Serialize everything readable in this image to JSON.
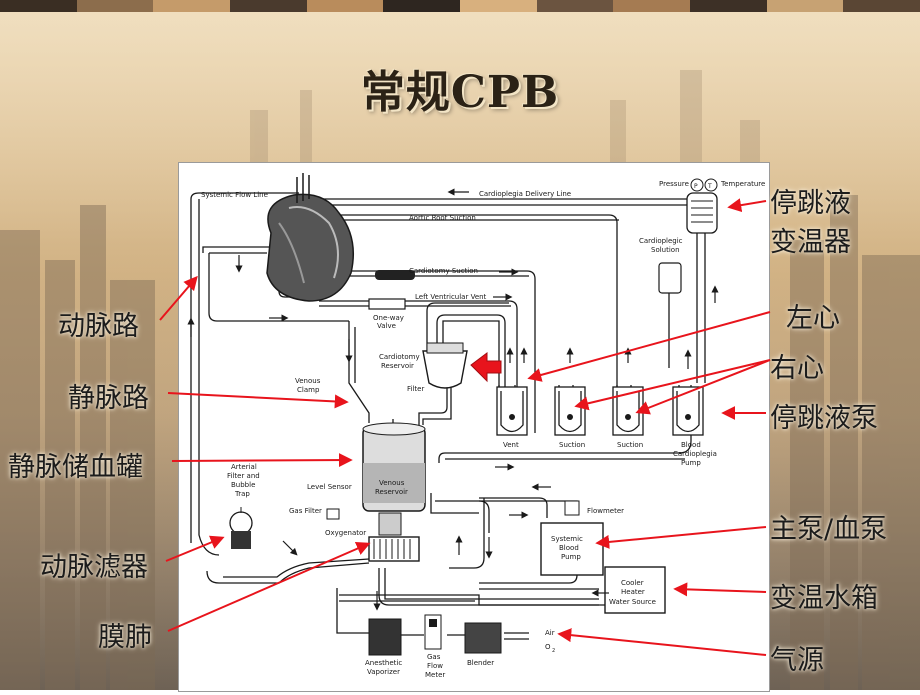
{
  "slide": {
    "title": "常规CPB"
  },
  "diagram": {
    "components": {
      "systemic_flow_line": "Systemic Flow Line",
      "cardioplegia_delivery_line": "Cardioplegia Delivery Line",
      "aortic_root_suction": "Aortic Root Suction",
      "cardiotomy_suction": "Cardiotomy Suction",
      "left_ventricular_vent": "Left Ventricular Vent",
      "one_way_valve": [
        "One-way",
        "Valve"
      ],
      "pressure": "Pressure",
      "temperature": "Temperature",
      "gauge_p": "P",
      "gauge_t": "T",
      "cardioplegic_solution": [
        "Cardioplegic",
        "Solution"
      ],
      "cardiotomy_reservoir": [
        "Cardiotomy",
        "Reservoir"
      ],
      "filter": "Filter",
      "venous_clamp": [
        "Venous",
        "Clamp"
      ],
      "vent": "Vent",
      "suction_1": "Suction",
      "suction_2": "Suction",
      "blood_cardioplegia_pump": [
        "Blood",
        "Cardioplegia",
        "Pump"
      ],
      "arterial_filter": [
        "Arterial",
        "Filter and",
        "Bubble",
        "Trap"
      ],
      "level_sensor": "Level Sensor",
      "venous_reservoir": [
        "Venous",
        "Reservoir"
      ],
      "gas_filter": "Gas Filter",
      "oxygenator": "Oxygenator",
      "flowmeter": "Flowmeter",
      "systemic_blood_pump": [
        "Systemic",
        "Blood",
        "Pump"
      ],
      "cooler_heater": [
        "Cooler",
        "Heater",
        "Water Source"
      ],
      "air": "Air",
      "o2": "O",
      "o2_sub": "2",
      "anesthetic_vaporizer": [
        "Anesthetic",
        "Vaporizer"
      ],
      "gas_flow_meter": [
        "Gas",
        "Flow",
        "Meter"
      ],
      "blender": "Blender"
    }
  },
  "labels": {
    "cardioplegia_heat_exchanger": [
      "停跳液",
      "变温器"
    ],
    "arterial_line": "动脉路",
    "venous_line": "静脉路",
    "venous_reservoir": "静脉储血罐",
    "arterial_filter": "动脉滤器",
    "membrane_lung": "膜肺",
    "left_heart": "左心",
    "right_heart": "右心",
    "cardioplegia_pump": "停跳液泵",
    "main_pump": "主泵/血泵",
    "heater_cooler": "变温水箱",
    "gas_source": "气源"
  },
  "colors": {
    "arrow": "#e8141c",
    "ink": "#1a1a1a",
    "title": "#2b2216"
  }
}
